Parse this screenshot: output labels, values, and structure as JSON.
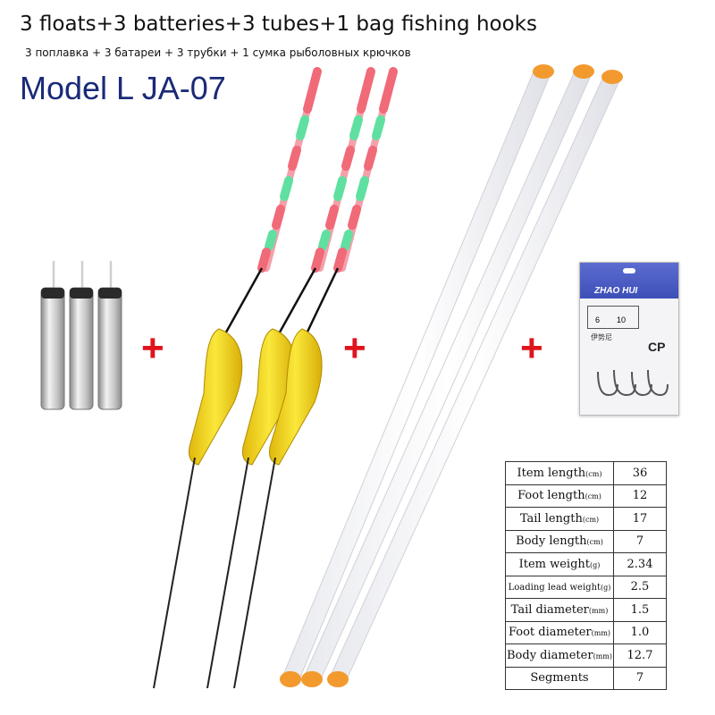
{
  "header": {
    "title": "3 floats+3 batteries+3 tubes+1 bag fishing hooks",
    "subtitle": "3 поплавка + 3 батареи + 3 трубки + 1 сумка рыболовных крючков",
    "model": "Model L JA-07"
  },
  "plus_signs": [
    "+",
    "+",
    "+"
  ],
  "hook_pack": {
    "brand": "ZHAO HUI",
    "size": "6",
    "quantity": "10",
    "name_cn": "伊势尼",
    "code": "CP"
  },
  "specs": [
    {
      "label": "Item length",
      "unit": "(cm)",
      "value": "36"
    },
    {
      "label": "Foot length",
      "unit": "(cm)",
      "value": "12"
    },
    {
      "label": "Tail length",
      "unit": "(cm)",
      "value": "17"
    },
    {
      "label": "Body length",
      "unit": "(cm)",
      "value": "7"
    },
    {
      "label": "Item weight",
      "unit": "(g)",
      "value": "2.34"
    },
    {
      "label": "Loading lead weight",
      "unit": "(g)",
      "value": "2.5"
    },
    {
      "label": "Tail diameter",
      "unit": "(mm)",
      "value": "1.5"
    },
    {
      "label": "Foot diameter",
      "unit": "(mm)",
      "value": "1.0"
    },
    {
      "label": "Body diameter",
      "unit": "(mm)",
      "value": "12.7"
    },
    {
      "label": "Segments",
      "unit": "",
      "value": "7"
    }
  ],
  "colors": {
    "model_text": "#1a2a78",
    "plus": "#e0141c",
    "float_body": "#f2d21b",
    "tube_cap": "#f29a2e",
    "light_red": "#f06a78",
    "light_green": "#5fe0a0"
  }
}
